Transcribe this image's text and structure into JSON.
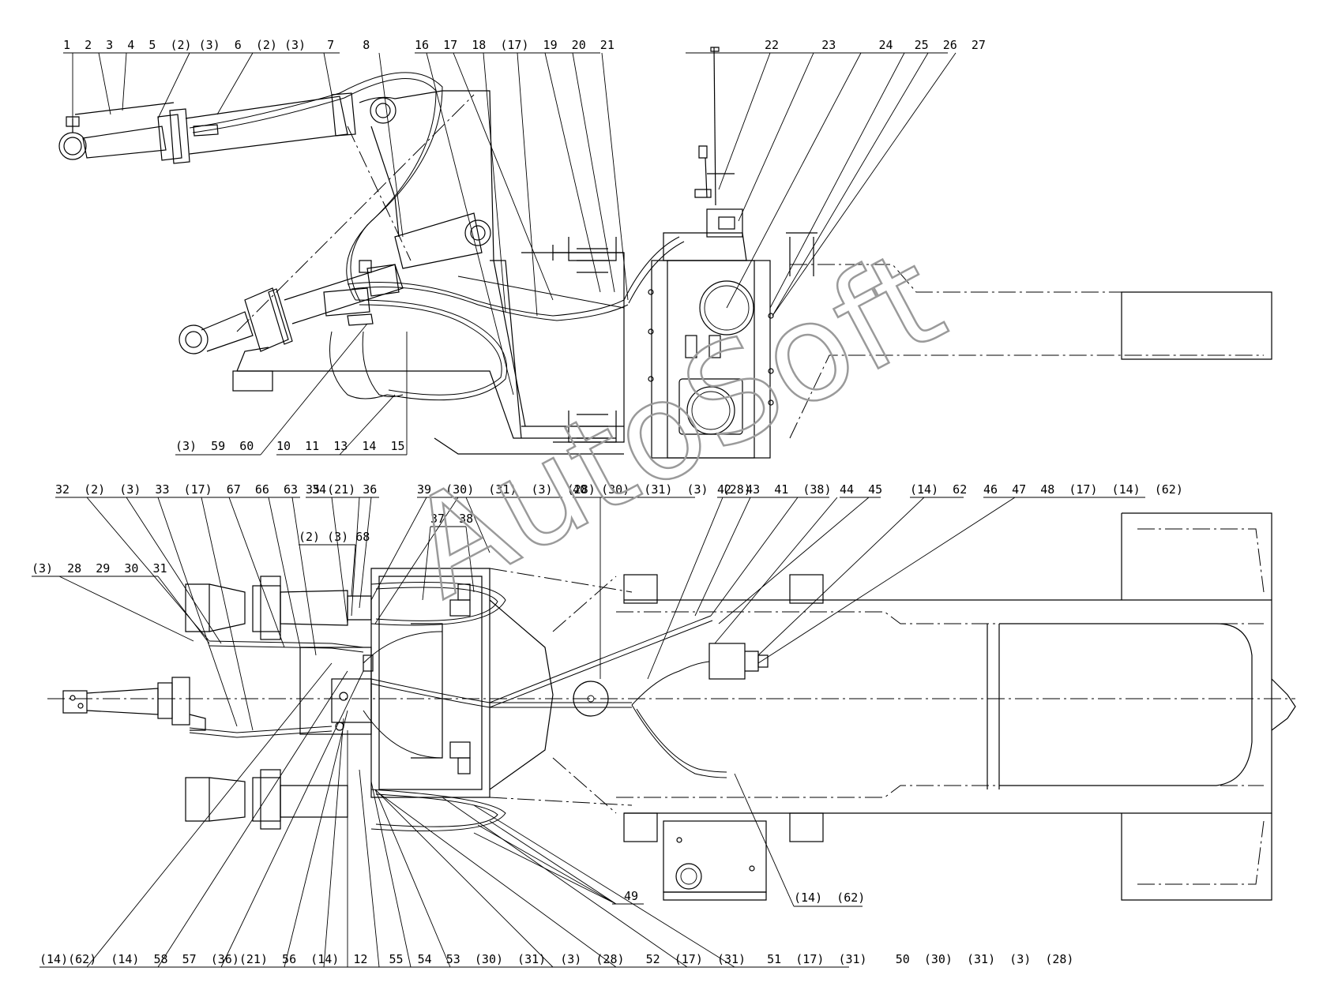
{
  "watermark": "AutoSoft",
  "labels": {
    "top_view_row_1": "1  2  3  4  5  (2) (3)  6  (2) (3)   7    8",
    "top_view_row_2": "16  17  18  (17)  19  20  21",
    "top_view_row_3": "22      23      24   25  26  27",
    "top_view_row_bottom_1": "(3)  59  60",
    "top_view_row_bottom_2": "10  11  13  14  15",
    "plan_row_1": "32  (2)  (3)  33  (17)  67  66  63  34",
    "plan_row_2": "35 (21) 36",
    "plan_row_3": "39  (30)  (31)  (3)  (28)",
    "plan_row_4": "40  (30)  (31)  (3)  (28)",
    "plan_row_5": "42  43  41  (38)",
    "plan_row_6": "44  45",
    "plan_row_7": "(14)  62",
    "plan_row_8": "46  47  48  (17)  (14)  (62)",
    "plan_row_9": "(2) (3) 68",
    "plan_row_10": "37  38",
    "plan_row_11": "(3)  28  29  30  31",
    "plan_row_12": "49",
    "plan_row_13": "(14)  (62)",
    "bottom_row": "(14)(62)  (14)  58  57  (36)(21)  56  (14)  12   55  54  53  (30)  (31)  (3)  (28)   52  (17)  (31)   51  (17)  (31)    50  (30)  (31)  (3)  (28)"
  }
}
